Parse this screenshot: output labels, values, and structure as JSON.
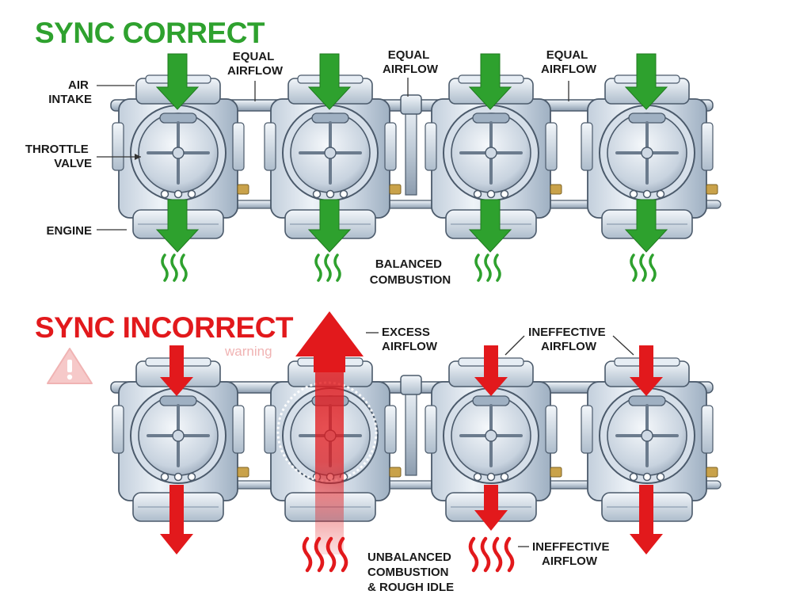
{
  "colors": {
    "correct": "#2ea12e",
    "incorrect": "#e2191c",
    "warning_faint": "#f0b3b3",
    "metal_light": "#e8eef5",
    "metal_mid": "#b9c6d4",
    "metal_dark": "#4b5a6b",
    "brass": "#c9a24a"
  },
  "sync_correct": {
    "heading": "SYNC CORRECT",
    "labels": {
      "air_intake": [
        "AIR",
        "INTAKE"
      ],
      "throttle_valve": [
        "THROTTLE",
        "VALVE"
      ],
      "engine": [
        "ENGINE"
      ],
      "equal_airflow": [
        "EQUAL",
        "AIRFLOW"
      ],
      "balanced_combustion": [
        "BALANCED",
        "COMBUSTION"
      ]
    }
  },
  "sync_incorrect": {
    "heading": "SYNC INCORRECT",
    "warning_text": "warning",
    "warning_icon": "warning-triangle-icon",
    "labels": {
      "excess_airflow": [
        "EXCESS",
        "AIRFLOW"
      ],
      "ineffective_airflow_top": [
        "INEFFECTIVE",
        "AIRFLOW"
      ],
      "ineffective_airflow_bottom": [
        "INEFFECTIVE",
        "AIRFLOW"
      ],
      "unbalanced_combustion": [
        "UNBALANCED",
        "COMBUSTION",
        "& ROUGH IDLE"
      ]
    }
  }
}
